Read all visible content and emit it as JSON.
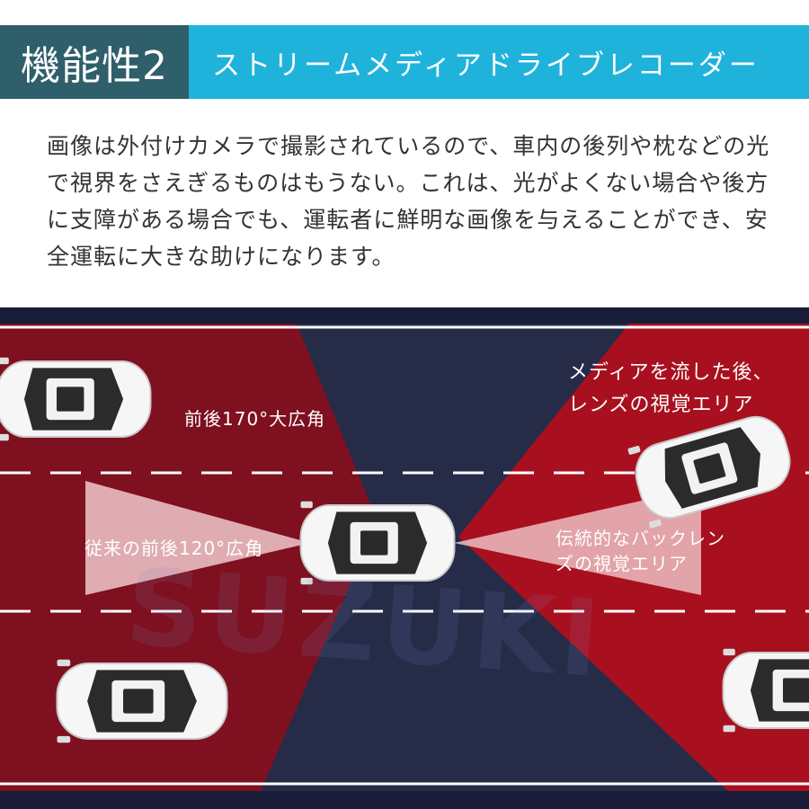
{
  "header": {
    "feature_label": "機能性2",
    "title": "ストリームメディアドライブレコーダー"
  },
  "description": "画像は外付けカメラで撮影されているので、車内の後列や枕などの光で視界をさえぎるものはもうない。これは、光がよくない場合や後方に支障がある場合でも、運転者に鮮明な画像を与えることができ、安全運転に大きな助けになります。",
  "diagram": {
    "label_media_line1": "メディアを流した後、",
    "label_media_line2": "レンズの視覚エリア",
    "label_wide170": "前後170°大広角",
    "label_conventional120": "従来の前後120°広角",
    "label_traditional_line1": "伝統的なバックレン",
    "label_traditional_line2": "ズの視覚エリア",
    "watermark": "SUZUKI"
  },
  "colors": {
    "header_dark": "#2f5f6a",
    "header_accent": "#1fb3dc",
    "road_dark": "#1a1d3a",
    "wide_view_red": "#8a1222",
    "rear_view_red": "#b31225",
    "narrow_view_pink": "#f0c8cc"
  }
}
